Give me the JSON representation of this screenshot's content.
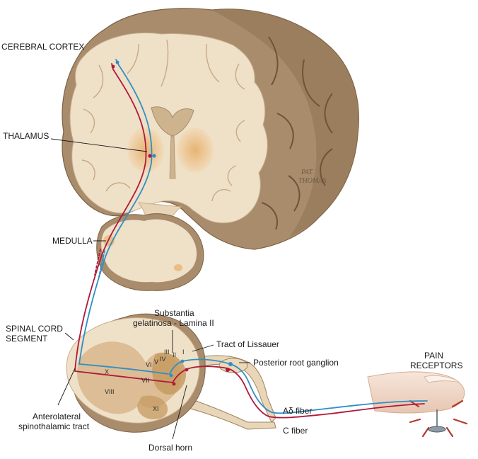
{
  "labels": {
    "cerebral_cortex": "CEREBRAL CORTEX",
    "thalamus": "THALAMUS",
    "medulla": "MEDULLA",
    "spinal_cord_line1": "SPINAL CORD",
    "spinal_cord_line2": "SEGMENT",
    "substantia_line1": "Substantia",
    "substantia_line2": "gelatinosa - Lamina II",
    "tract_of_lissauer": "Tract of Lissauer",
    "posterior_root_ganglion": "Posterior root ganglion",
    "pain_receptors_line1": "PAIN",
    "pain_receptors_line2": "RECEPTORS",
    "a_delta_fiber": "Aδ fiber",
    "c_fiber": "C fiber",
    "anterolateral_line1": "Anterolateral",
    "anterolateral_line2": "spinothalamic tract",
    "dorsal_horn": "Dorsal horn"
  },
  "laminae": {
    "i": "I",
    "ii": "II",
    "iii": "III",
    "iv": "IV",
    "v": "V",
    "vi": "VI",
    "vii": "VII",
    "viii": "VIII",
    "x": "X",
    "xi": "XI"
  },
  "signature": {
    "line1": "PAT",
    "line2": "THOMAS"
  },
  "colors": {
    "a_delta_fiber": "#2f8fc4",
    "c_fiber": "#b0193a",
    "brain_outer": "#a98c6b",
    "brain_inner": "#efe0c8",
    "gray_matter": "#d9b98f"
  }
}
